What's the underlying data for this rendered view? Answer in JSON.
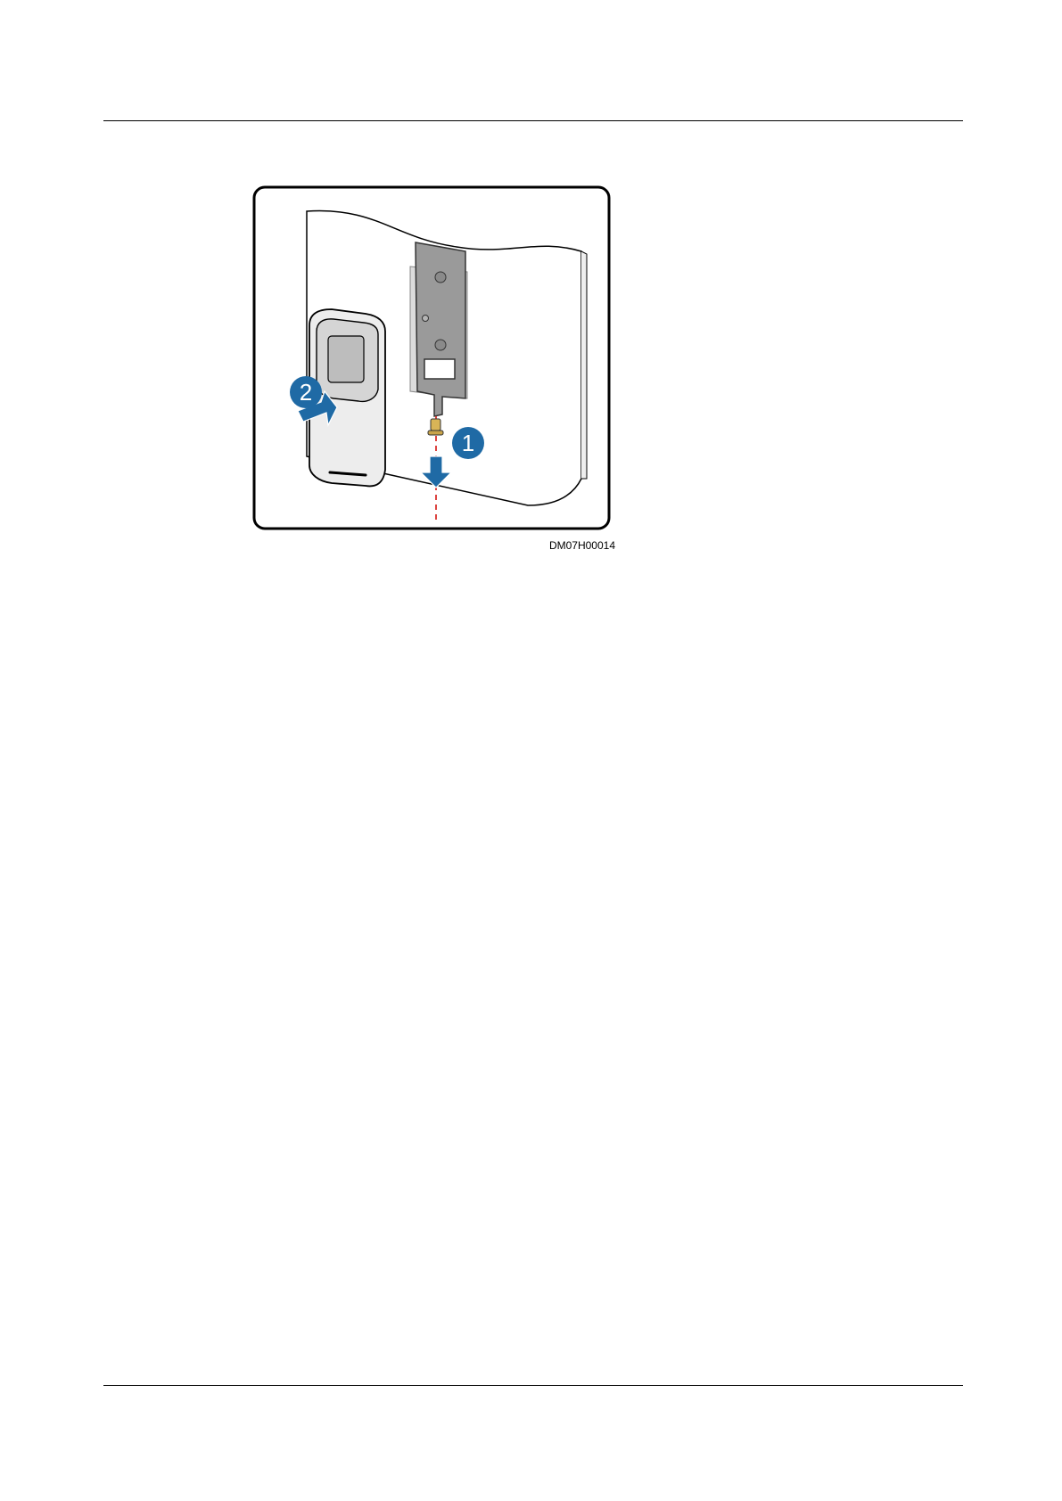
{
  "page": {
    "header_rule": true,
    "footer_rule": true
  },
  "figure": {
    "identifier": "DM07H00014",
    "frame": "rounded-rectangle",
    "steps": [
      {
        "number": "1",
        "action": "remove-screw",
        "icon": "arrow-down-icon"
      },
      {
        "number": "2",
        "action": "remove-reader",
        "icon": "arrow-left-icon"
      }
    ],
    "colors": {
      "step_badge": "#1f6aa5",
      "arrow": "#1f6aa5",
      "dashed_line": "#d9302c",
      "screw": "#c9a44a",
      "bracket": "#9a9a9a"
    }
  }
}
